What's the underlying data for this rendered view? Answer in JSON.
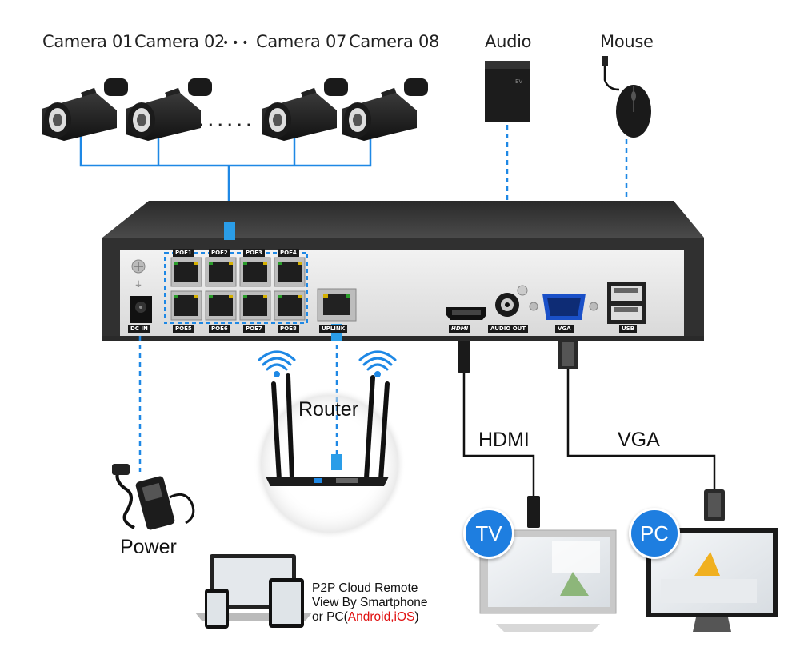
{
  "cameras": {
    "labels": [
      "Camera 01",
      "Camera 02",
      "Camera 07",
      "Camera 08"
    ],
    "separator": "• • •",
    "row_dots": "......"
  },
  "peripherals": {
    "audio": "Audio",
    "mouse": "Mouse"
  },
  "nvr": {
    "poe_top": [
      "POE1",
      "POE2",
      "POE3",
      "POE4"
    ],
    "poe_bottom": [
      "POE5",
      "POE6",
      "POE7",
      "POE8"
    ],
    "dc_in": "DC IN",
    "uplink": "UPLINK",
    "hdmi": "HDMI",
    "audio_out": "AUDIO OUT",
    "vga": "VGA",
    "usb": "USB"
  },
  "connections": {
    "router": "Router",
    "hdmi": "HDMI",
    "vga": "VGA",
    "power": "Power"
  },
  "displays": {
    "tv_badge": "TV",
    "pc_badge": "PC"
  },
  "p2p": {
    "line1": "P2P Cloud Remote",
    "line2": "View By Smartphone",
    "line3_prefix": "or PC(",
    "line3_os": "Android,iOS",
    "line3_suffix": ")"
  },
  "colors": {
    "link_blue": "#1e88e5",
    "badge_blue": "#1e7ee0",
    "os_red": "#e01010"
  }
}
